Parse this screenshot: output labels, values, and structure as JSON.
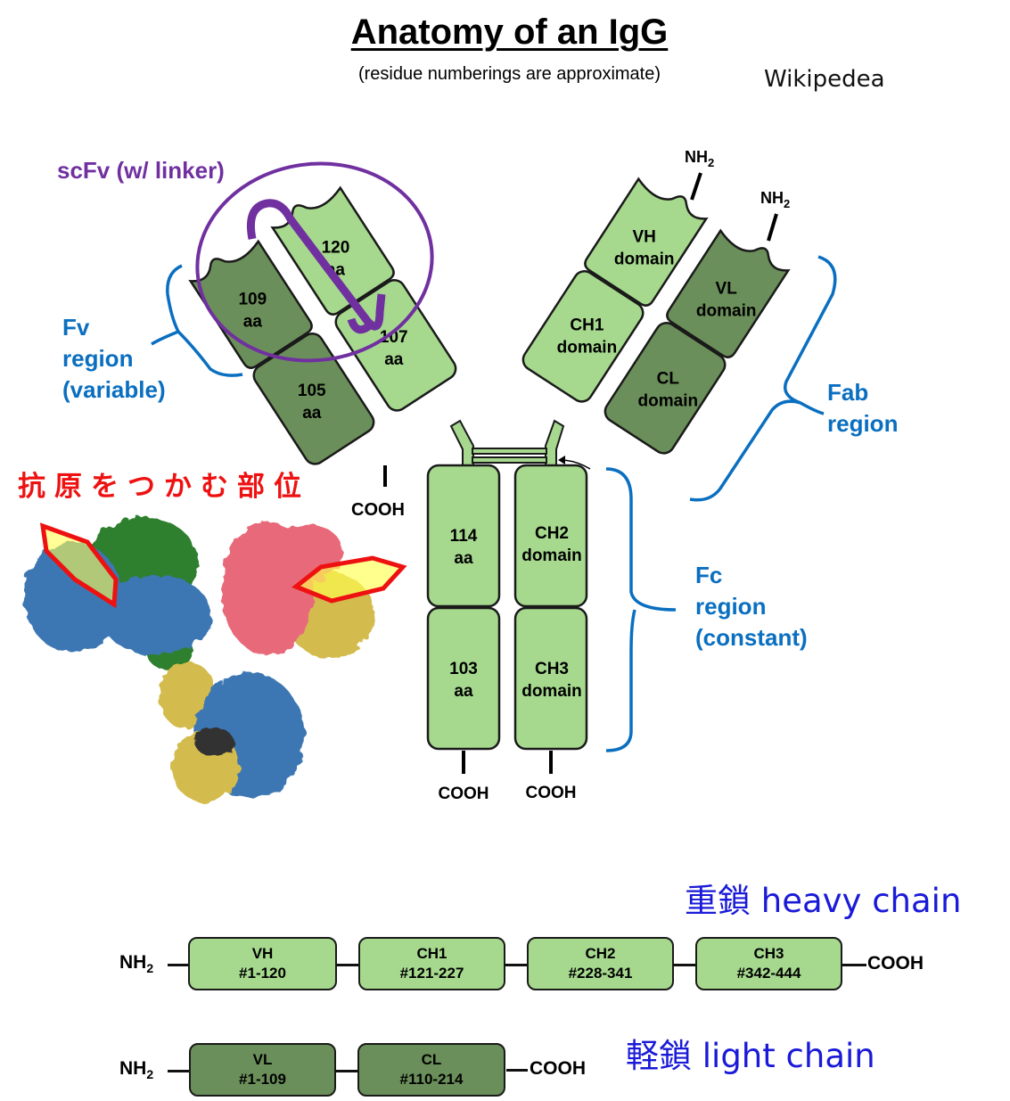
{
  "header": {
    "title": "Anatomy of an IgG",
    "subtitle": "(residue numberings are approximate)",
    "credit": "Wikipedea"
  },
  "colors": {
    "heavy_chain_fill": "#a6d98e",
    "light_chain_fill": "#6b8f5a",
    "outline": "#1a1a1a",
    "region_label": "#0a6fc0",
    "scfv_label": "#7030a0",
    "antigen_site_label": "#ee1111",
    "chain_title": "#1a1ad8"
  },
  "regions": {
    "scfv": "scFv (w/ linker)",
    "fv": [
      "Fv",
      "region",
      "(variable)"
    ],
    "fab": [
      "Fab",
      "region"
    ],
    "fc": [
      "Fc",
      "region",
      "(constant)"
    ]
  },
  "antigen_site_label": "抗原をつかむ部位",
  "left_arm": {
    "heavy_variable": [
      "120",
      "aa"
    ],
    "heavy_constant": [
      "107",
      "aa"
    ],
    "light_variable": [
      "109",
      "aa"
    ],
    "light_constant": [
      "105",
      "aa"
    ],
    "light_terminus": "COOH"
  },
  "right_arm": {
    "heavy_variable": [
      "VH",
      "domain"
    ],
    "heavy_constant": [
      "CH1",
      "domain"
    ],
    "light_variable": [
      "VL",
      "domain"
    ],
    "light_constant": [
      "CL",
      "domain"
    ],
    "heavy_terminus": "NH",
    "light_terminus": "NH",
    "subscript": "2"
  },
  "fc_stem": {
    "left_ch2": [
      "114",
      "aa"
    ],
    "left_ch3": [
      "103",
      "aa"
    ],
    "right_ch2": [
      "CH2",
      "domain"
    ],
    "right_ch3": [
      "CH3",
      "domain"
    ],
    "left_terminus": "COOH",
    "right_terminus": "COOH"
  },
  "heavy_chain": {
    "title": "重鎖 heavy chain",
    "n_terminus": "NH",
    "n_sub": "2",
    "c_terminus": "COOH",
    "domains": [
      {
        "name": "VH",
        "range": "#1-120"
      },
      {
        "name": "CH1",
        "range": "#121-227"
      },
      {
        "name": "CH2",
        "range": "#228-341"
      },
      {
        "name": "CH3",
        "range": "#342-444"
      }
    ]
  },
  "light_chain": {
    "title": "軽鎖 light chain",
    "n_terminus": "NH",
    "n_sub": "2",
    "c_terminus": "COOH",
    "domains": [
      {
        "name": "VL",
        "range": "#1-109"
      },
      {
        "name": "CL",
        "range": "#110-214"
      }
    ]
  }
}
